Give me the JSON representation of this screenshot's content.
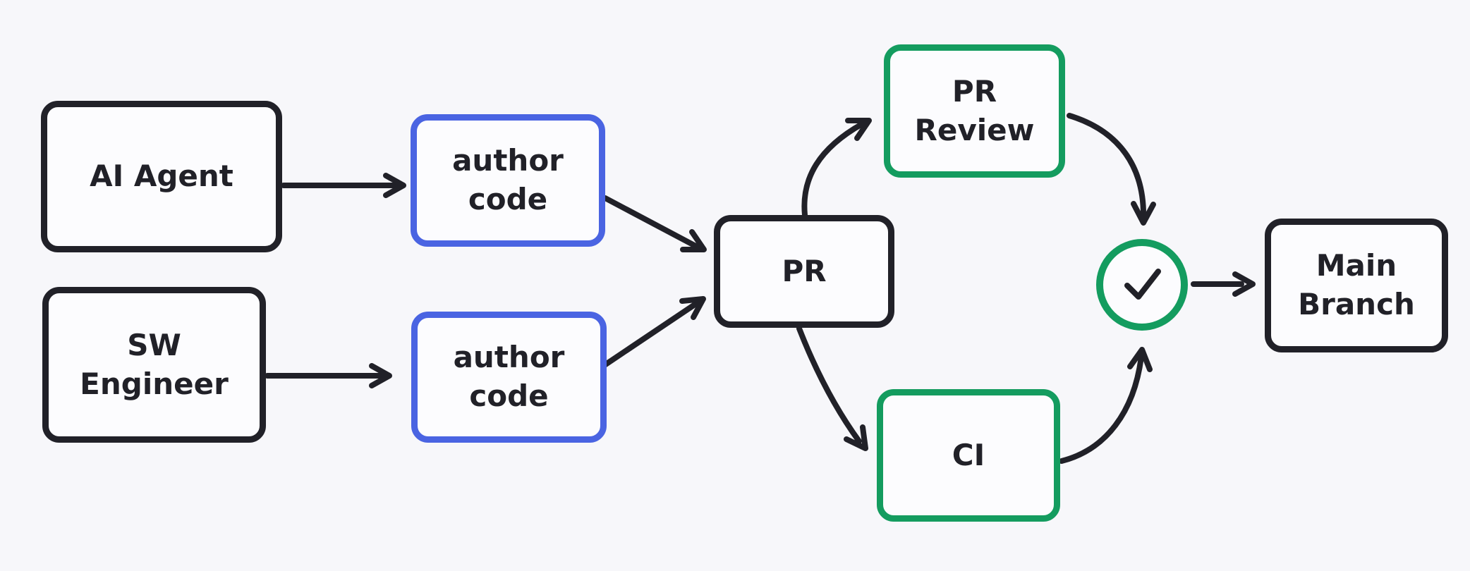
{
  "colors": {
    "background": "#f7f7fa",
    "dark": "#212128",
    "blue": "#4a64e2",
    "green": "#149c5f",
    "node_fill": "#fcfcfe"
  },
  "diagram": {
    "nodes": [
      {
        "id": "ai-agent",
        "label": "AI Agent",
        "border": "dark",
        "shape": "rectangle"
      },
      {
        "id": "author-code-top",
        "label": "author\ncode",
        "border": "blue",
        "shape": "rectangle"
      },
      {
        "id": "sw-engineer",
        "label": "SW\nEngineer",
        "border": "dark",
        "shape": "rectangle"
      },
      {
        "id": "author-code-bottom",
        "label": "author\ncode",
        "border": "blue",
        "shape": "rectangle"
      },
      {
        "id": "pr",
        "label": "PR",
        "border": "dark",
        "shape": "rectangle"
      },
      {
        "id": "pr-review",
        "label": "PR\nReview",
        "border": "green",
        "shape": "rectangle"
      },
      {
        "id": "ci",
        "label": "CI",
        "border": "green",
        "shape": "rectangle"
      },
      {
        "id": "check",
        "label": "",
        "border": "green",
        "shape": "circle",
        "icon": "checkmark-icon"
      },
      {
        "id": "main-branch",
        "label": "Main\nBranch",
        "border": "dark",
        "shape": "rectangle"
      }
    ],
    "edges": [
      {
        "from": "ai-agent",
        "to": "author-code-top",
        "style": "straight"
      },
      {
        "from": "sw-engineer",
        "to": "author-code-bottom",
        "style": "straight"
      },
      {
        "from": "author-code-top",
        "to": "pr",
        "style": "straight"
      },
      {
        "from": "author-code-bottom",
        "to": "pr",
        "style": "straight"
      },
      {
        "from": "pr",
        "to": "pr-review",
        "style": "curved"
      },
      {
        "from": "pr",
        "to": "ci",
        "style": "curved"
      },
      {
        "from": "pr-review",
        "to": "check",
        "style": "curved"
      },
      {
        "from": "ci",
        "to": "check",
        "style": "curved"
      },
      {
        "from": "check",
        "to": "main-branch",
        "style": "straight"
      }
    ]
  }
}
